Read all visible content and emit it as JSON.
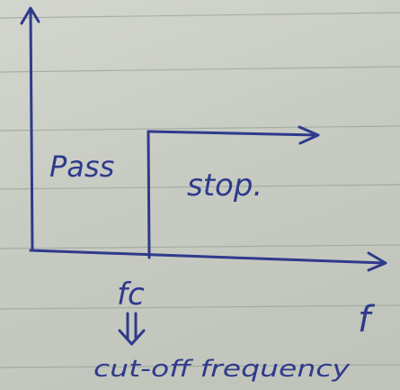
{
  "diagram": {
    "region_pass": "Pass",
    "region_stop": "stop.",
    "cutoff_symbol": "fc",
    "x_axis_symbol": "f",
    "cutoff_caption": "cut-off frequency"
  },
  "colors": {
    "ink": "#2f3a8c",
    "paper": "#c9cdc4",
    "rule": "#9aa39b"
  }
}
